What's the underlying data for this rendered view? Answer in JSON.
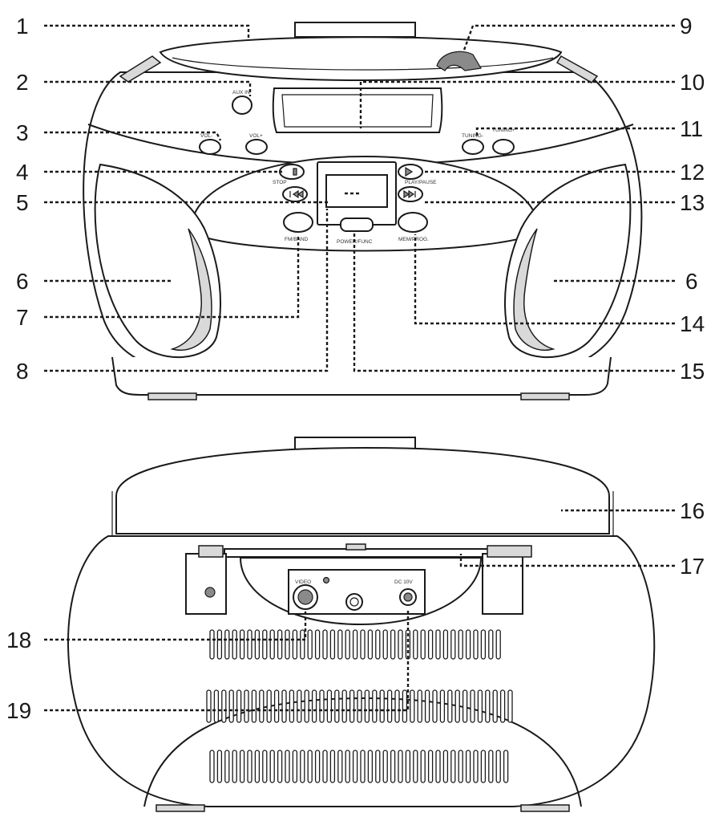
{
  "callouts_front": [
    {
      "id": "1",
      "label": "1"
    },
    {
      "id": "2",
      "label": "2"
    },
    {
      "id": "3",
      "label": "3"
    },
    {
      "id": "4",
      "label": "4"
    },
    {
      "id": "5",
      "label": "5"
    },
    {
      "id": "6L",
      "label": "6"
    },
    {
      "id": "7",
      "label": "7"
    },
    {
      "id": "8",
      "label": "8"
    },
    {
      "id": "9",
      "label": "9"
    },
    {
      "id": "10",
      "label": "10"
    },
    {
      "id": "11",
      "label": "11"
    },
    {
      "id": "12",
      "label": "12"
    },
    {
      "id": "13",
      "label": "13"
    },
    {
      "id": "6R",
      "label": "6"
    },
    {
      "id": "14",
      "label": "14"
    },
    {
      "id": "15",
      "label": "15"
    }
  ],
  "callouts_back": [
    {
      "id": "16",
      "label": "16"
    },
    {
      "id": "17",
      "label": "17"
    },
    {
      "id": "18",
      "label": "18"
    },
    {
      "id": "19",
      "label": "19"
    }
  ],
  "panel_labels": {
    "aux_in": "AUX IN",
    "vol_down": "VOL-",
    "vol_up": "VOL+",
    "tuning_down": "TUNING-",
    "tuning_up": "TUNING+",
    "stop": "STOP",
    "play_pause": "PLAY/PAUSE",
    "fm_band": "FM/BAND",
    "power_func": "POWER/FUNC",
    "mem_prog": "MEM/PROG.",
    "video": "VIDEO",
    "dc_input": "DC 10V"
  }
}
